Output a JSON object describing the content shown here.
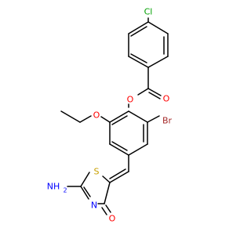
{
  "molecule": {
    "atoms": {
      "cl": "Cl",
      "o_carbonyl": "O",
      "o_ester": "O",
      "o_ethoxy": "O",
      "br": "Br",
      "s": "S",
      "n_ring": "N",
      "nh2": "NH",
      "nh2_sub": "2",
      "o_ketone": "O"
    },
    "colors": {
      "bond": "#000000",
      "O": "#ff0000",
      "N": "#0000ff",
      "S": "#c8a000",
      "Cl": "#00a000",
      "Br": "#a52a2a"
    }
  }
}
